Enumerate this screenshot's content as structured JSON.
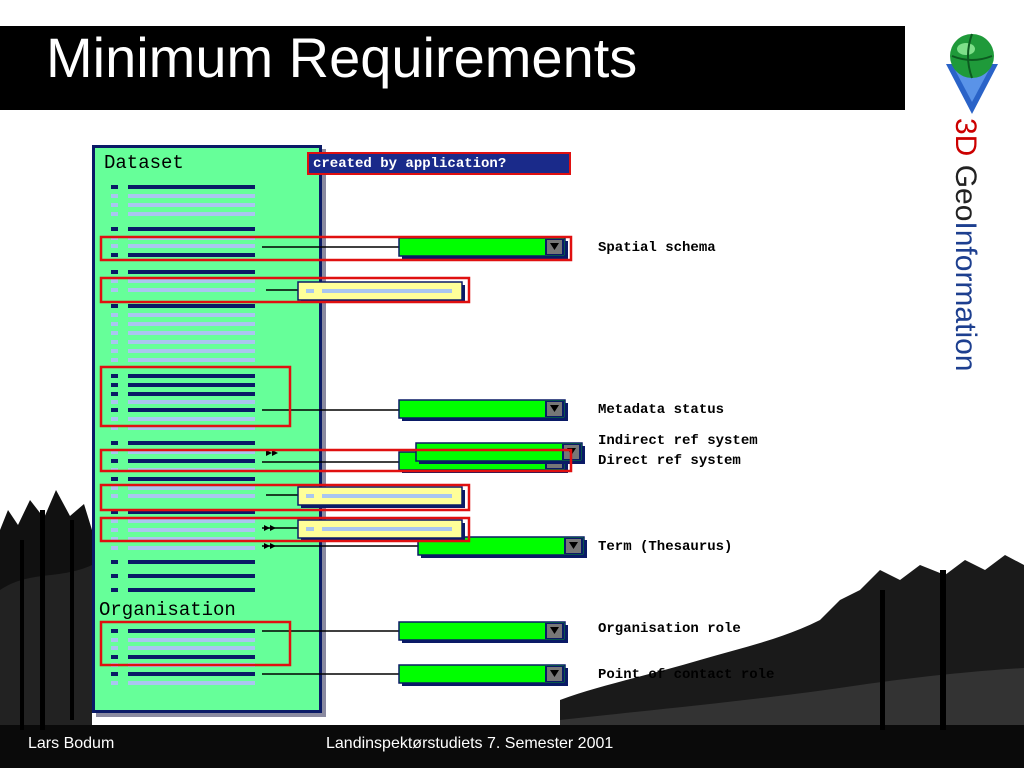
{
  "slide": {
    "title": "Minimum Requirements",
    "brand_parts": [
      "3D",
      " Geo",
      "Information"
    ],
    "footer_author": "Lars Bodum",
    "footer_course": "Landinspektørstudiets 7. Semester 2001"
  },
  "panel": {
    "dataset_label": "Dataset",
    "organisation_label": "Organisation"
  },
  "note": "created by application?",
  "fields": [
    {
      "label": "Spatial schema"
    },
    {
      "label": "Metadata status"
    },
    {
      "label": "Indirect ref system"
    },
    {
      "label": "Direct ref system"
    },
    {
      "label": "Term (Thesaurus)"
    },
    {
      "label": "Organisation role"
    },
    {
      "label": "Point of contact role"
    }
  ],
  "colors": {
    "panel": "#66ff99",
    "panel_border": "#0a1a66",
    "highlight_box": "#e01010",
    "dropdown_green": "#00ff00",
    "text_field_yellow": "#ffff99",
    "note_bg": "#1a2a8a"
  }
}
